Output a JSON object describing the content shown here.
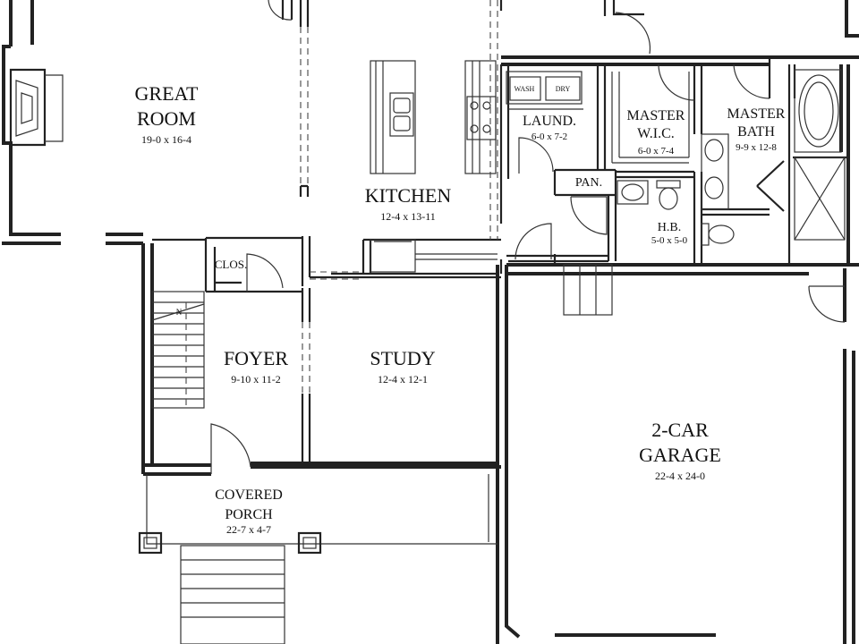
{
  "rooms": {
    "great_room": {
      "name_line1": "GREAT",
      "name_line2": "ROOM",
      "dims": "19-0 x 16-4"
    },
    "kitchen": {
      "name": "KITCHEN",
      "dims": "12-4 x 13-11"
    },
    "laundry": {
      "name": "LAUND.",
      "dims": "6-0 x 7-2"
    },
    "master_wic": {
      "name_line1": "MASTER",
      "name_line2": "W.I.C.",
      "dims": "6-0 x 7-4"
    },
    "master_bath": {
      "name_line1": "MASTER",
      "name_line2": "BATH",
      "dims": "9-9 x 12-8"
    },
    "half_bath": {
      "name": "H.B.",
      "dims": "5-0 x 5-0"
    },
    "pantry": {
      "name": "PAN."
    },
    "closet": {
      "name": "CLOS."
    },
    "foyer": {
      "name": "FOYER",
      "dims": "9-10 x 11-2"
    },
    "study": {
      "name": "STUDY",
      "dims": "12-4 x 12-1"
    },
    "garage": {
      "name_line1": "2-CAR",
      "name_line2": "GARAGE",
      "dims": "22-4 x 24-0"
    },
    "porch": {
      "name_line1": "COVERED",
      "name_line2": "PORCH",
      "dims": "22-7 x 4-7"
    }
  },
  "appliances": {
    "washer": "WASH",
    "dryer": "DRY"
  },
  "stair_marker": "N"
}
